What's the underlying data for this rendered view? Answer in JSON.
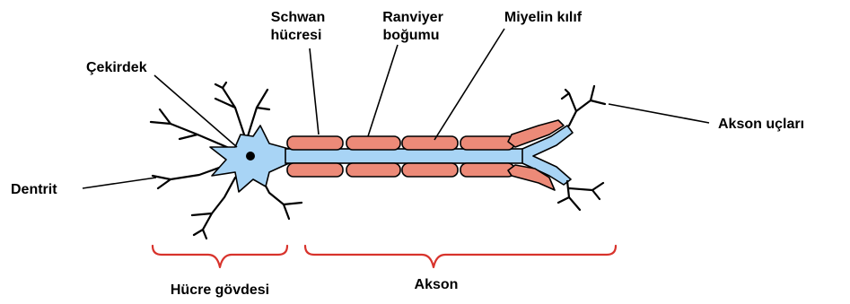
{
  "labels": {
    "schwan_line1": "Schwan",
    "schwan_line2": "hücresi",
    "ranvier_line1": "Ranviyer",
    "ranvier_line2": "boğumu",
    "myelin": "Miyelin kılıf",
    "nucleus": "Çekirdek",
    "dendrite": "Dentrit",
    "axon_terminals": "Akson uçları",
    "cell_body": "Hücre gövdesi",
    "axon": "Akson"
  },
  "colors": {
    "cytoplasm": "#a8d4f5",
    "myelin": "#ec8a78",
    "outline": "#000000",
    "brace": "#d8332c"
  }
}
